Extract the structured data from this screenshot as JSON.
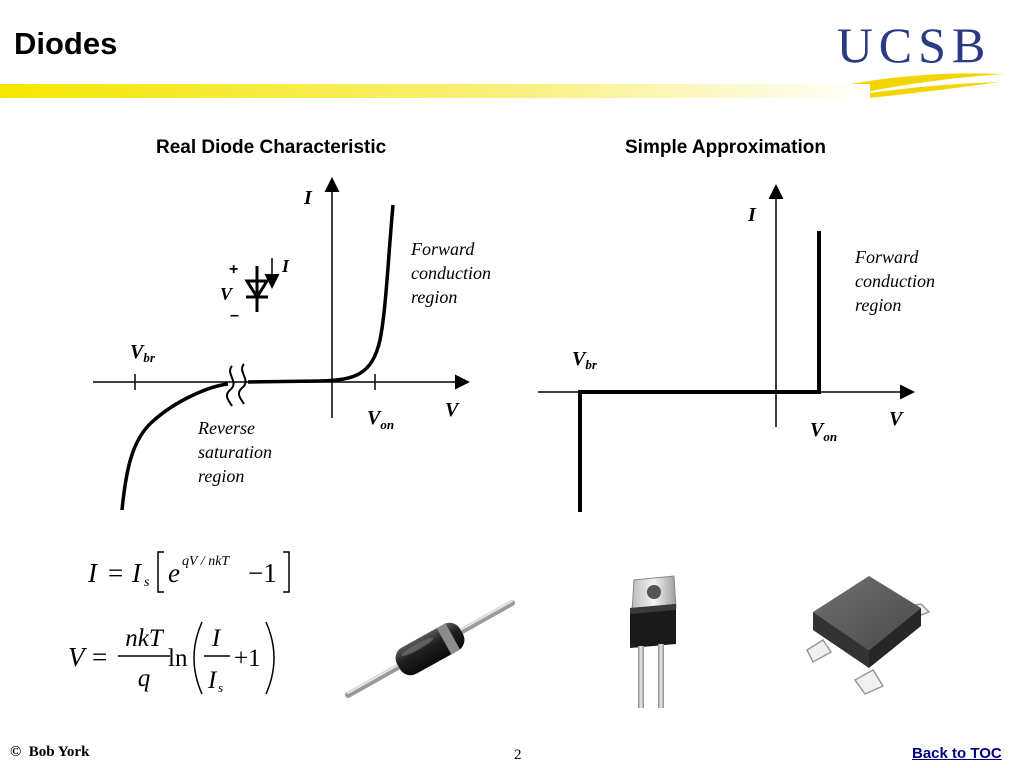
{
  "slide": {
    "title": "Diodes",
    "logo_text": "UCSB",
    "page_number": "2",
    "copyright_symbol": "©",
    "author": "Bob York",
    "back_link": "Back to TOC"
  },
  "left_plot": {
    "heading": "Real Diode Characteristic",
    "axis_i": "I",
    "axis_v": "V",
    "v_br": "V",
    "v_br_sub": "br",
    "v_on": "V",
    "v_on_sub": "on",
    "forward_region": [
      "Forward",
      "conduction",
      "region"
    ],
    "reverse_region": [
      "Reverse",
      "saturation",
      "region"
    ],
    "symbol_plus": "+",
    "symbol_minus": "–",
    "symbol_v": "V",
    "symbol_i": "I"
  },
  "right_plot": {
    "heading": "Simple Approximation",
    "axis_i": "I",
    "axis_v": "V",
    "v_br": "V",
    "v_br_sub": "br",
    "v_on": "V",
    "v_on_sub": "on",
    "forward_region": [
      "Forward",
      "conduction",
      "region"
    ]
  },
  "equations": {
    "eq1": {
      "lhs": "I",
      "is": "I",
      "is_sub": "s",
      "e": "e",
      "exponent": "qV / nkT",
      "minus_one": "−1"
    },
    "eq2": {
      "lhs": "V",
      "num": "nkT",
      "den": "q",
      "ln": "ln",
      "inner_num": "I",
      "inner_den": "I",
      "inner_den_sub": "s",
      "plus_one": "+1"
    }
  },
  "colors": {
    "logo_blue": "#2b3a85",
    "logo_gold": "#f2d400",
    "bar_yellow": "#f5e600",
    "link_blue": "#000080"
  },
  "images": [
    "axial-diode-icon",
    "to220-diode-icon",
    "sot23-diode-icon"
  ]
}
